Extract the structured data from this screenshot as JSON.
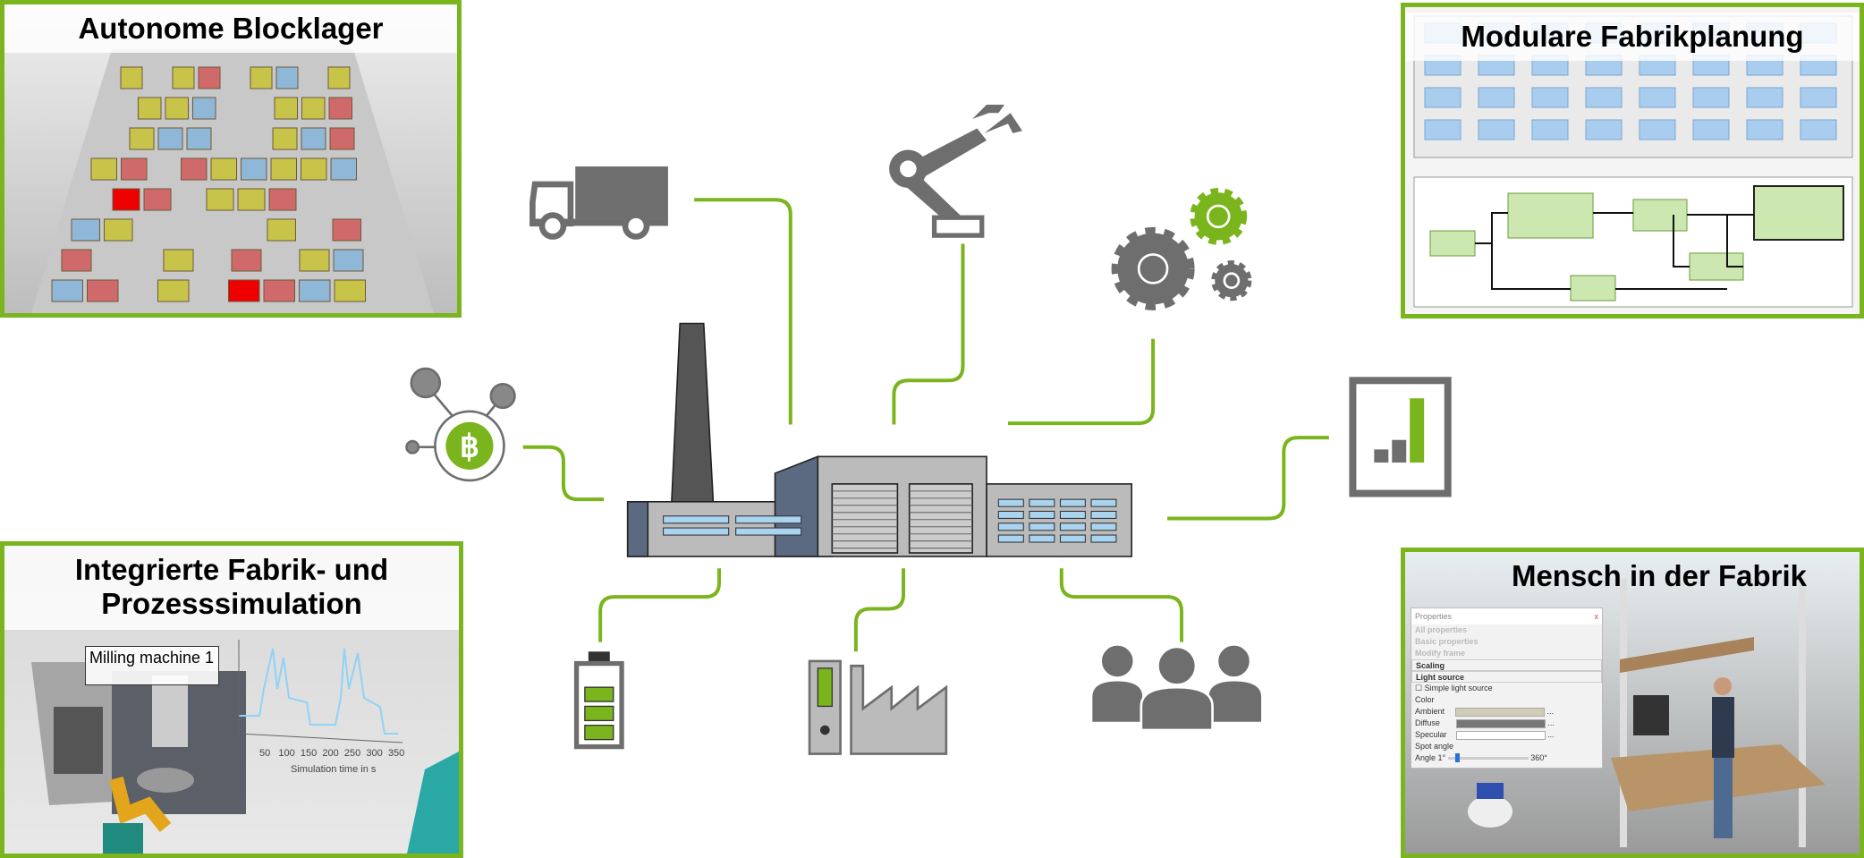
{
  "panels": {
    "top_left": {
      "title": "Autonome Blocklager"
    },
    "top_right": {
      "title": "Modulare Fabrikplanung"
    },
    "bottom_left": {
      "title": "Integrierte Fabrik- und Prozesssimulation",
      "machine_label": "Milling machine 1",
      "chart_xlabel": "Simulation time in s",
      "chart_ticks": [
        "50",
        "100",
        "150",
        "200",
        "250",
        "300",
        "350"
      ]
    },
    "bottom_right": {
      "title": "Mensch in der Fabrik",
      "properties": {
        "window_title": "Properties",
        "close": "x",
        "items": [
          "All properties",
          "Basic properties",
          "Modify frame",
          "Scaling",
          "Light source"
        ],
        "checkbox": "Simple light source",
        "color_group": "Color",
        "ambient": "Ambient",
        "diffuse": "Diffuse",
        "specular": "Specular",
        "more": "...",
        "spot_group": "Spot angle",
        "angle": "Angle",
        "angle_min": "1°",
        "angle_max": "360°"
      }
    }
  },
  "colors": {
    "accent": "#7ab51d",
    "icon": "#6e6e6e",
    "window": "#a9d4f0"
  },
  "icons": [
    "truck-icon",
    "robot-arm-icon",
    "gears-icon",
    "bar-chart-icon",
    "bitcoin-network-icon",
    "battery-icon",
    "document-factory-icon",
    "people-icon",
    "factory-icon"
  ]
}
